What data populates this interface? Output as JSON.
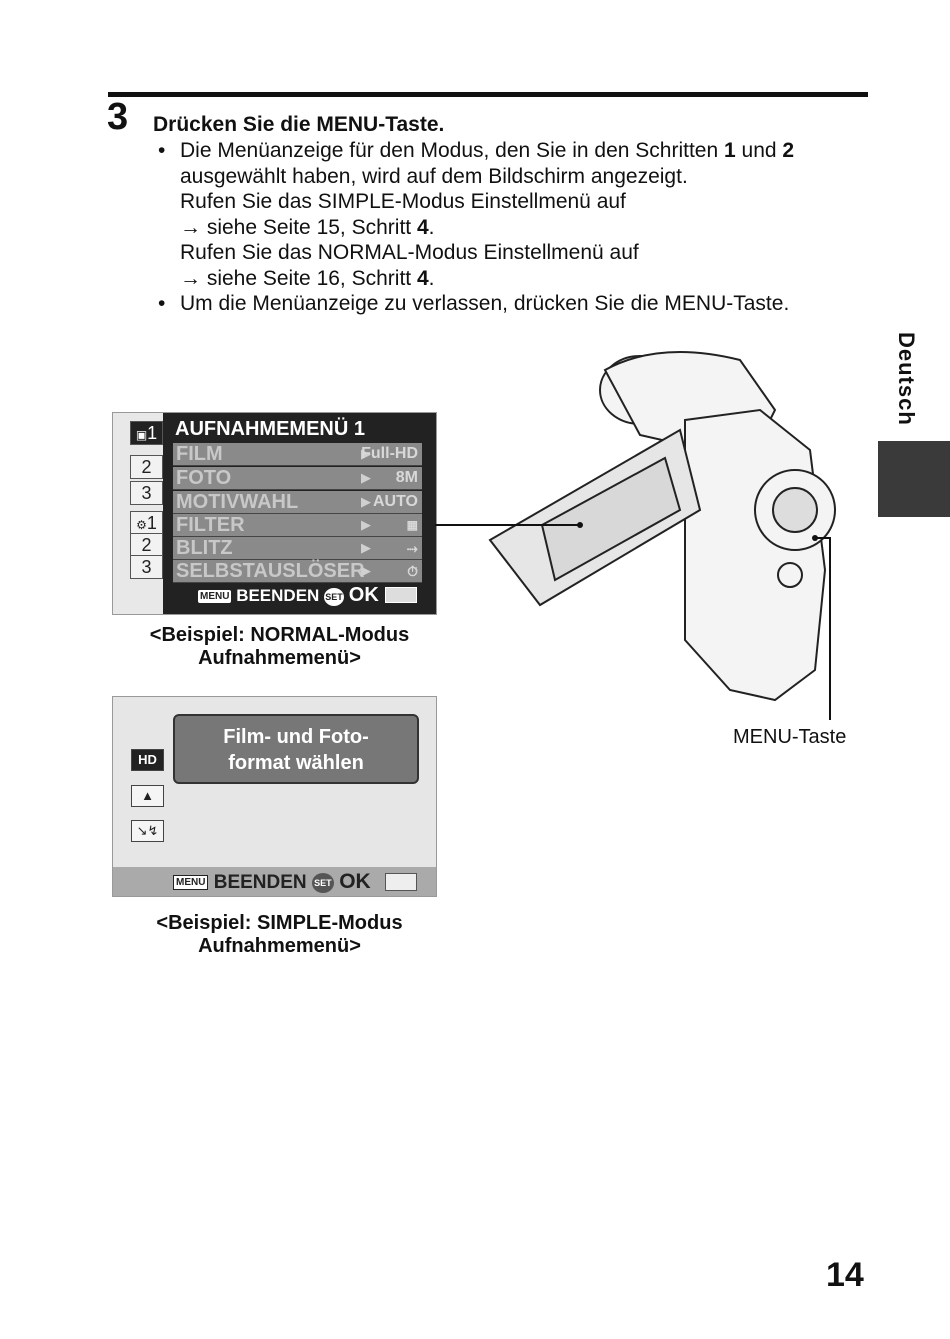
{
  "step": {
    "number": "3",
    "title": "Drücken Sie die MENU-Taste.",
    "lines": [
      {
        "bullet": "•",
        "text_pre": "Die Menüanzeige für den Modus, den Sie in den Schritten ",
        "b1": "1",
        "text_mid": " und ",
        "b2": "2"
      },
      {
        "text": "ausgewählt haben, wird auf dem Bildschirm angezeigt."
      },
      {
        "text": "Rufen Sie das SIMPLE-Modus Einstellmenü auf"
      },
      {
        "arrow": "→",
        "text": " siehe Seite 15, Schritt ",
        "bold": "4",
        "end": "."
      },
      {
        "text": "Rufen Sie das NORMAL-Modus Einstellmenü auf"
      },
      {
        "arrow": "→",
        "text": " siehe Seite 16, Schritt ",
        "bold": "4",
        "end": "."
      },
      {
        "bullet": "•",
        "text": "Um die Menüanzeige zu verlassen, drücken Sie die MENU-Taste."
      }
    ]
  },
  "language_tab": "Deutsch",
  "normal_screen": {
    "side_tabs": [
      "1",
      "2",
      "3",
      "1",
      "2",
      "3"
    ],
    "title": "AUFNAHMEMENÜ 1",
    "rows": [
      {
        "label": "FILM",
        "value": "Full-HD"
      },
      {
        "label": "FOTO",
        "value": "8M"
      },
      {
        "label": "MOTIVWAHL",
        "value": "AUTO"
      },
      {
        "label": "FILTER",
        "value": ""
      },
      {
        "label": "BLITZ",
        "value": ""
      },
      {
        "label": "SELBSTAUSLÖSER",
        "value": ""
      }
    ],
    "footer": {
      "menu_key": "MENU",
      "beenden": "BEENDEN",
      "set_key": "SET",
      "ok": "OK"
    },
    "caption_line1": "<Beispiel: NORMAL-Modus",
    "caption_line2": "Aufnahmemenü>"
  },
  "simple_screen": {
    "bubble_line1": "Film- und Foto-",
    "bubble_line2": "format wählen",
    "icons": [
      "HD",
      "",
      ""
    ],
    "footer": {
      "menu_key": "MENU",
      "beenden": "BEENDEN",
      "set_key": "SET",
      "ok": "OK"
    },
    "caption_line1": "<Beispiel: SIMPLE-Modus",
    "caption_line2": "Aufnahmemenü>"
  },
  "camera_label": "MENU-Taste",
  "page_number": "14"
}
